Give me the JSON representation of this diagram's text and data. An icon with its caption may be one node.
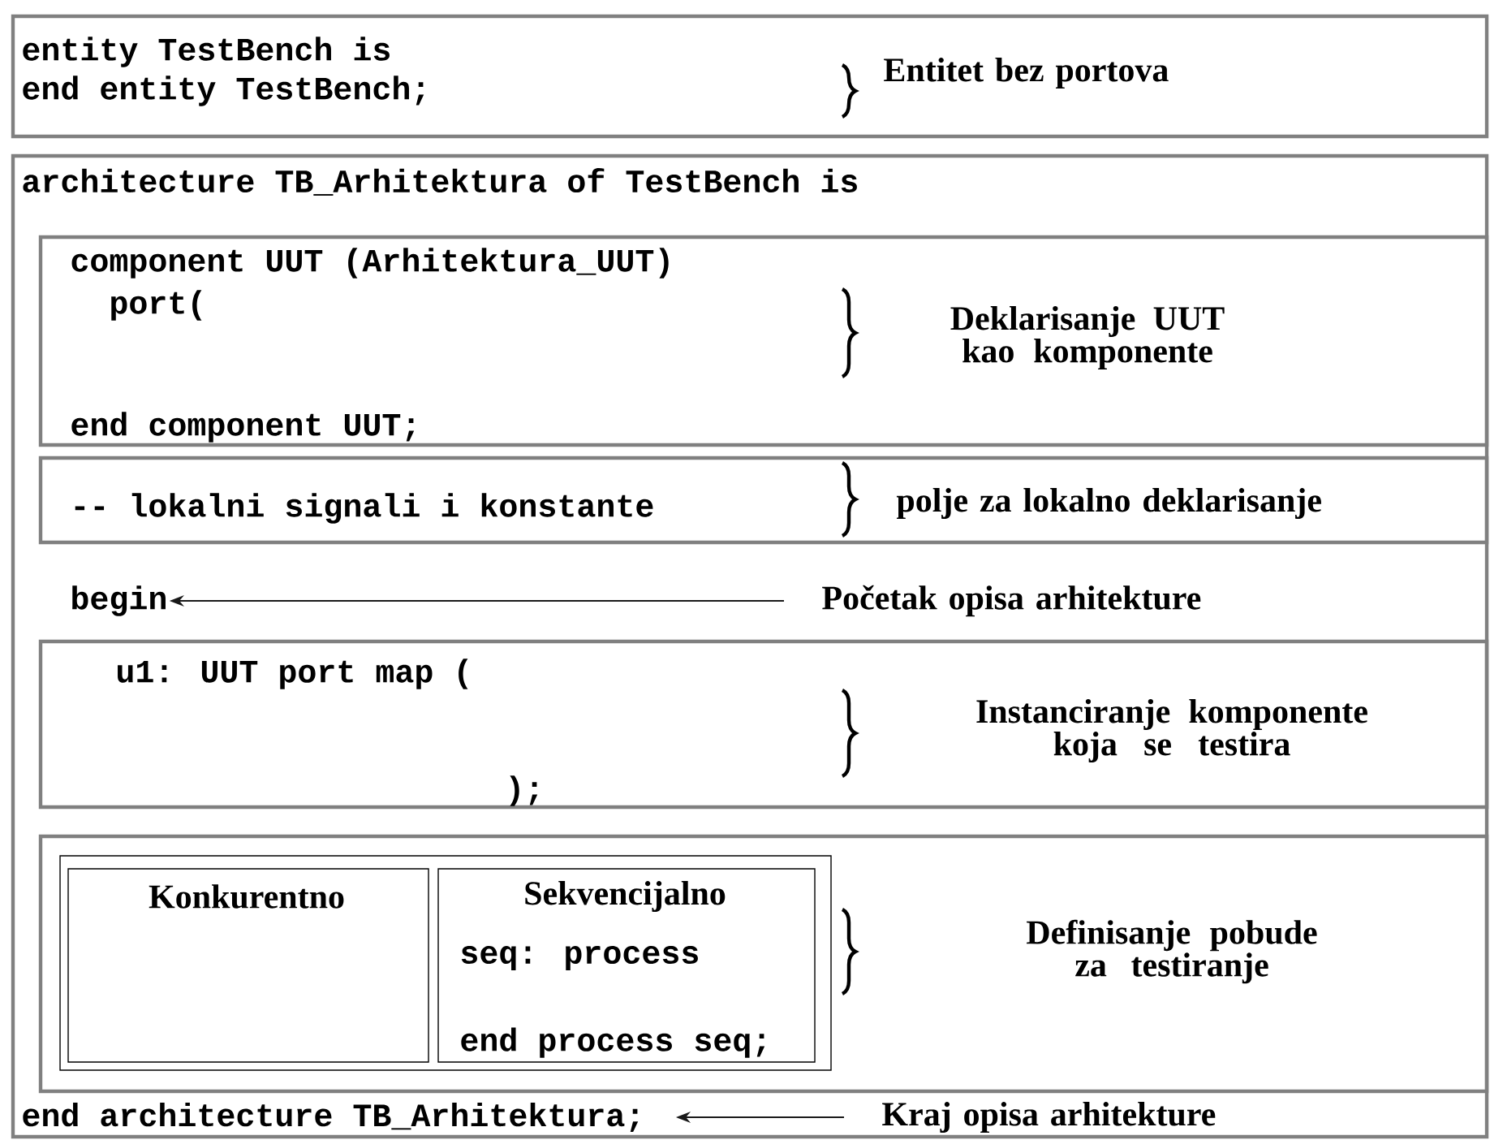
{
  "diagram": {
    "nodes": [
      {
        "text": [
          "entity TestBench is",
          "end entity TestBench;",
          "Entitet bez portova"
        ]
      },
      {
        "text": [
          "architecture TB_Arhitektura of TestBench is"
        ]
      },
      {
        "text": [
          "component UUT (Arhitektura_UUT)",
          "port(",
          "end component UUT;",
          "Deklarisanje UUT kao komponente"
        ],
        "in": 1
      },
      {
        "text": [
          "-- lokalni signali i konstante",
          "polje za lokalno deklarisanje"
        ],
        "in": 1
      },
      {
        "text": [
          "begin"
        ],
        "in": 1
      },
      {
        "text": [
          "Početak opisa arhitekture"
        ],
        "in": 1
      },
      {
        "text": [
          "u1: UUT port map (",
          ");",
          "Instanciranje komponente koja se testira"
        ],
        "in": 1
      },
      {
        "text": [
          "Definisanje pobude za testiranje"
        ],
        "in": 1
      },
      {
        "text": [],
        "shape": "box",
        "in": 7
      },
      {
        "text": [
          "Konkurentno"
        ],
        "in": 8
      },
      {
        "text": [
          "Sekvencijalno",
          "seq: process",
          "end process seq;"
        ],
        "in": 8
      },
      {
        "text": [
          "end architecture TB_Arhitektura;"
        ],
        "in": 1
      },
      {
        "text": [
          "Kraj opisa arhitekture"
        ],
        "in": 1
      }
    ],
    "edges": [
      {
        "from": 5,
        "to": 4,
        "arrow": "to"
      },
      {
        "from": 12,
        "to": 11,
        "arrow": "to"
      }
    ]
  }
}
